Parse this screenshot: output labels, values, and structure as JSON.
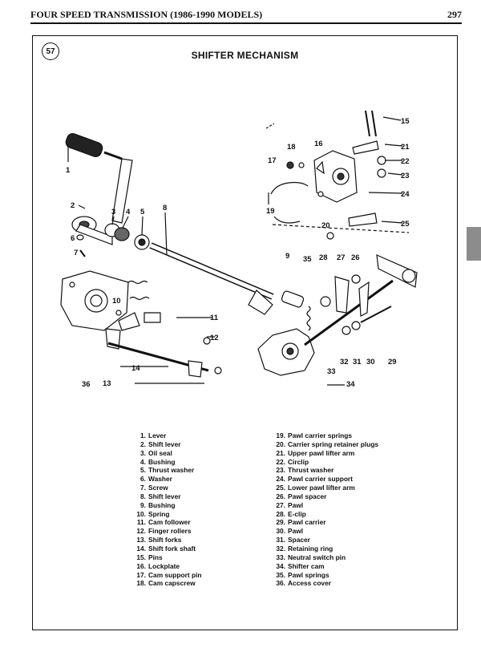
{
  "header": {
    "title": "FOUR SPEED TRANSMISSION (1986-1990 MODELS)",
    "page_number": "297"
  },
  "figure": {
    "number": "57",
    "title": "SHIFTER MECHANISM"
  },
  "callouts": [
    "1",
    "2",
    "3",
    "4",
    "5",
    "6",
    "7",
    "8",
    "9",
    "10",
    "11",
    "12",
    "13",
    "14",
    "15",
    "16",
    "17",
    "18",
    "19",
    "20",
    "21",
    "22",
    "23",
    "24",
    "25",
    "26",
    "27",
    "28",
    "29",
    "30",
    "31",
    "32",
    "33",
    "34",
    "35",
    "36"
  ],
  "legend_left": [
    {
      "num": "1.",
      "label": "Lever"
    },
    {
      "num": "2.",
      "label": "Shift lever"
    },
    {
      "num": "3.",
      "label": "Oil seal"
    },
    {
      "num": "4.",
      "label": "Bushing"
    },
    {
      "num": "5.",
      "label": "Thrust washer"
    },
    {
      "num": "6.",
      "label": "Washer"
    },
    {
      "num": "7.",
      "label": "Screw"
    },
    {
      "num": "8.",
      "label": "Shift lever"
    },
    {
      "num": "9.",
      "label": "Bushing"
    },
    {
      "num": "10.",
      "label": "Spring"
    },
    {
      "num": "11.",
      "label": "Cam follower"
    },
    {
      "num": "12.",
      "label": "Finger rollers"
    },
    {
      "num": "13.",
      "label": "Shift forks"
    },
    {
      "num": "14.",
      "label": "Shift fork shaft"
    },
    {
      "num": "15.",
      "label": "Pins"
    },
    {
      "num": "16.",
      "label": "Lockplate"
    },
    {
      "num": "17.",
      "label": "Cam support pin"
    },
    {
      "num": "18.",
      "label": "Cam capscrew"
    }
  ],
  "legend_right": [
    {
      "num": "19.",
      "label": "Pawl carrier springs"
    },
    {
      "num": "20.",
      "label": "Carrier spring retainer plugs"
    },
    {
      "num": "21.",
      "label": "Upper pawl lifter arm"
    },
    {
      "num": "22.",
      "label": "Circlip"
    },
    {
      "num": "23.",
      "label": "Thrust washer"
    },
    {
      "num": "24.",
      "label": "Pawl carrier support"
    },
    {
      "num": "25.",
      "label": "Lower pawl lifter arm"
    },
    {
      "num": "26.",
      "label": "Pawl spacer"
    },
    {
      "num": "27.",
      "label": "Pawl"
    },
    {
      "num": "28.",
      "label": "E-clip"
    },
    {
      "num": "29.",
      "label": "Pawl carrier"
    },
    {
      "num": "30.",
      "label": "Pawl"
    },
    {
      "num": "31.",
      "label": "Spacer"
    },
    {
      "num": "32.",
      "label": "Retaining ring"
    },
    {
      "num": "33.",
      "label": "Neutral switch pin"
    },
    {
      "num": "34.",
      "label": "Shifter cam"
    },
    {
      "num": "35.",
      "label": "Pawl springs"
    },
    {
      "num": "36.",
      "label": "Access cover"
    }
  ]
}
